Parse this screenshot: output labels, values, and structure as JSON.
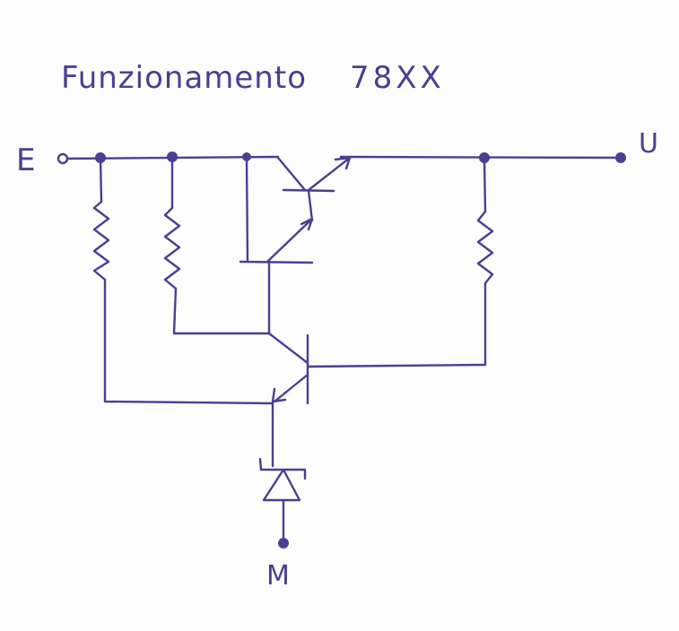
{
  "diagram": {
    "title": "Funzionamento",
    "model": "78XX",
    "terminals": {
      "input": "E",
      "output": "U",
      "ground": "M"
    },
    "components": {
      "resistors": [
        "resistor-1",
        "resistor-2",
        "resistor-3"
      ],
      "transistors": [
        "transistor-darlington",
        "transistor-control"
      ],
      "diodes": [
        "zener-diode"
      ]
    },
    "colors": {
      "ink": "#4b3f92",
      "paper": "#fdfdfd"
    }
  }
}
